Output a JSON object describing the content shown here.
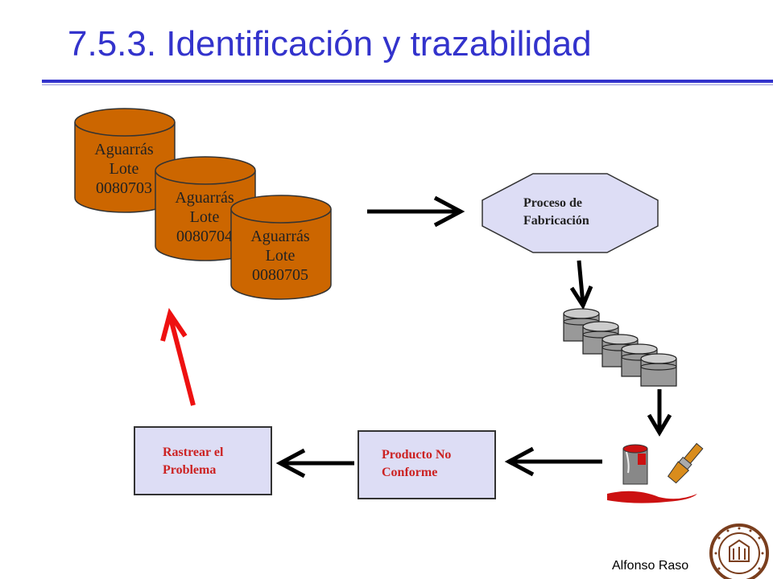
{
  "slide": {
    "title": "7.5.3. Identificación y trazabilidad",
    "footer": "Alfonso Raso"
  },
  "drums": [
    {
      "line1": "Aguarrás",
      "line2": "Lote",
      "line3": "0080703"
    },
    {
      "line1": "Aguarrás",
      "line2": "Lote",
      "line3": "0080704"
    },
    {
      "line1": "Aguarrás",
      "line2": "Lote",
      "line3": "0080705"
    }
  ],
  "process": {
    "line1": "Proceso de",
    "line2": "Fabricación"
  },
  "nonconforming": {
    "line1": "Producto No",
    "line2": "Conforme"
  },
  "trace": {
    "line1": "Rastrear el",
    "line2": "Problema"
  },
  "colors": {
    "title": "#3333cc",
    "drum_fill": "#cc6600",
    "box_fill": "#ddddf5",
    "box_text": "#cc2222",
    "trace_arrow": "#ee1111"
  }
}
